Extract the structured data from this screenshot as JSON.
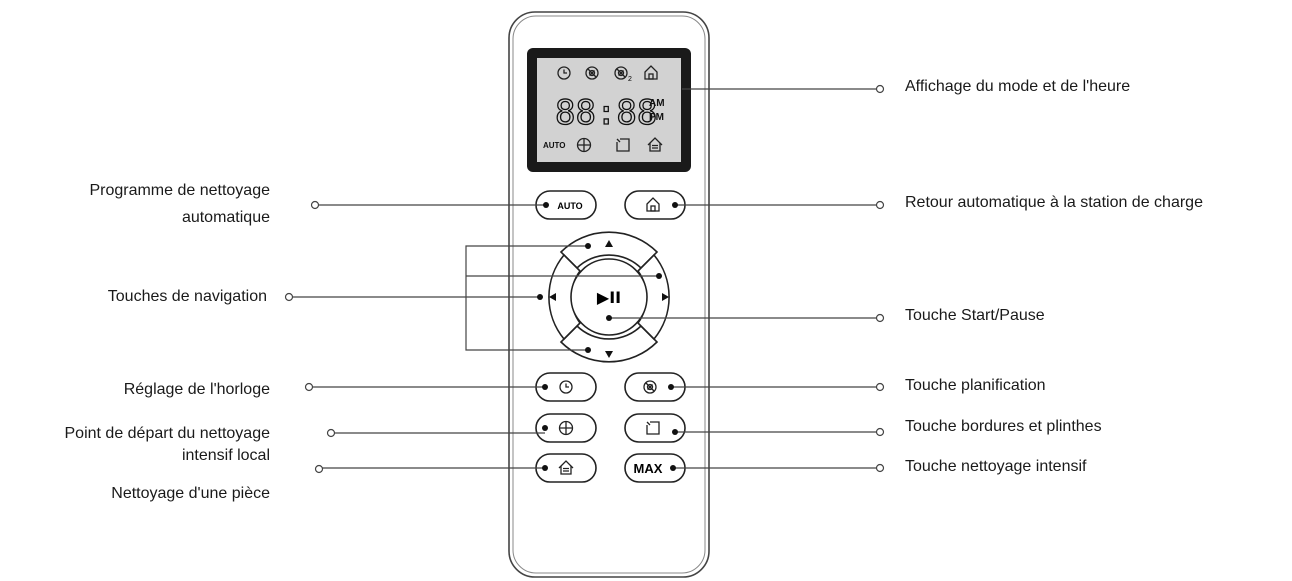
{
  "display": {
    "time": "88:88",
    "am": "AM",
    "pm": "PM",
    "auto": "AUTO"
  },
  "buttons": {
    "auto": "AUTO",
    "max": "MAX",
    "play_pause": "▶II"
  },
  "labels": {
    "auto_program_line1": "Programme de nettoyage",
    "auto_program_line2": "automatique",
    "navigation": "Touches de navigation",
    "clock": "Réglage de l'horloge",
    "spot_line1": "Point de départ du nettoyage",
    "spot_line2": "intensif local",
    "room": "Nettoyage d'une pièce",
    "display": "Affichage du mode et de l'heure",
    "home": "Retour automatique à la station de charge",
    "start_pause": "Touche Start/Pause",
    "schedule": "Touche planification",
    "edge": "Touche bordures et plinthes",
    "max": "Touche nettoyage intensif"
  },
  "icons": [
    "clock-icon",
    "schedule-icon",
    "schedule-2-icon",
    "home-icon",
    "spot-icon",
    "edge-icon",
    "room-icon",
    "arrow-up-icon",
    "arrow-down-icon",
    "arrow-left-icon",
    "arrow-right-icon"
  ]
}
